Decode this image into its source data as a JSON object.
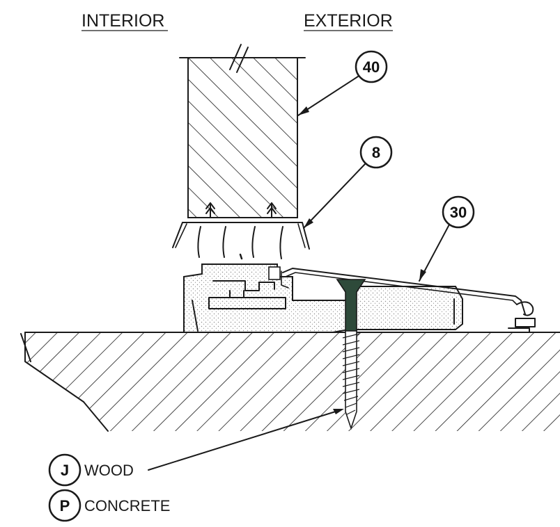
{
  "headings": {
    "interior": "INTERIOR",
    "exterior": "EXTERIOR"
  },
  "callouts": {
    "glass": "40",
    "setting_block": "8",
    "sill_flashing": "30"
  },
  "legend": [
    {
      "key": "J",
      "label": "WOOD"
    },
    {
      "key": "P",
      "label": "CONCRETE"
    }
  ],
  "colors": {
    "ink": "#1a1a1a",
    "screw": "#2e4a3a",
    "stipple": "#9a9a9a",
    "background": "#ffffff"
  }
}
